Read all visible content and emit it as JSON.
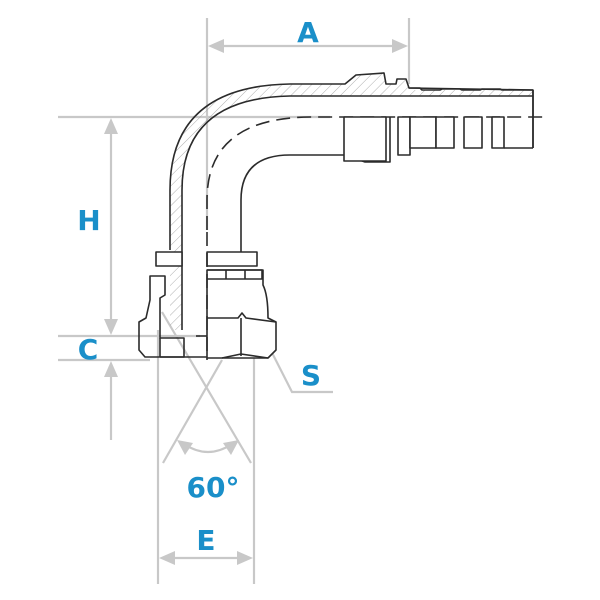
{
  "diagram": {
    "subject": "90-degree female swivel hose fitting with 60-degree cone seat",
    "colors": {
      "label": "#1a8fc9",
      "dimension_line": "#c8c8c8",
      "outline": "#2b2b2b",
      "background": "#ffffff"
    },
    "labels": {
      "A": "A",
      "H": "H",
      "C": "C",
      "S": "S",
      "E": "E",
      "angle": "60°"
    }
  }
}
